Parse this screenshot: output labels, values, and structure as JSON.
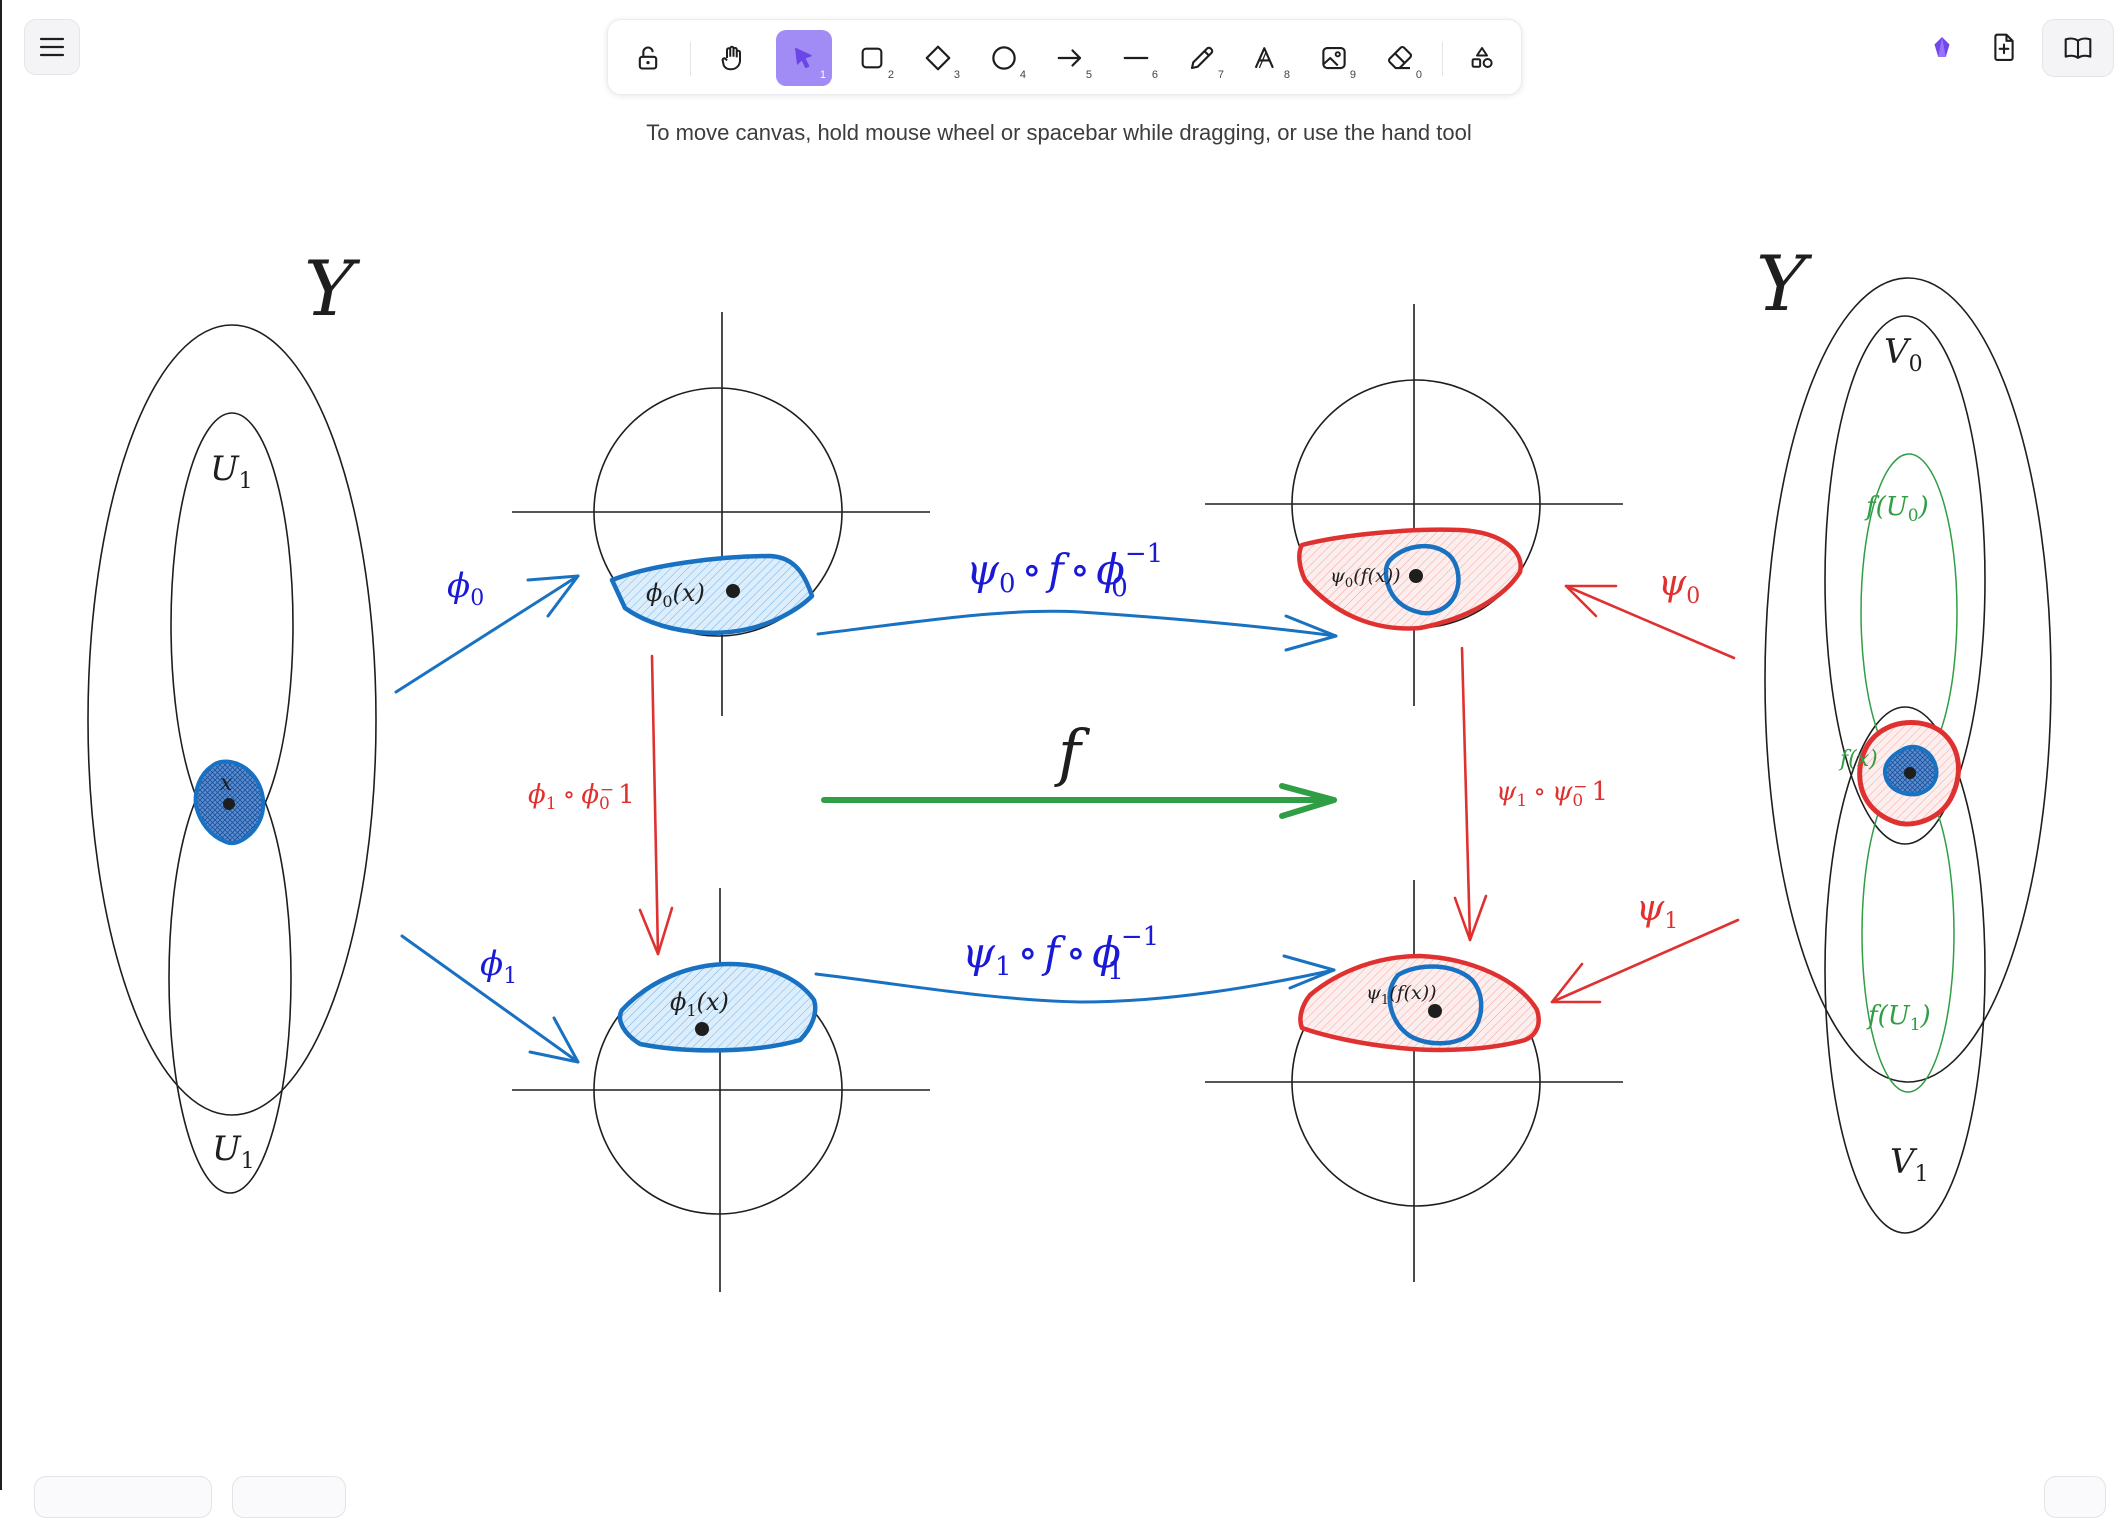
{
  "toolbar": {
    "tools": [
      {
        "name": "lock",
        "key": ""
      },
      {
        "name": "hand",
        "key": ""
      },
      {
        "name": "selection",
        "key": "1",
        "active": true
      },
      {
        "name": "rectangle",
        "key": "2"
      },
      {
        "name": "diamond",
        "key": "3"
      },
      {
        "name": "ellipse",
        "key": "4"
      },
      {
        "name": "arrow",
        "key": "5"
      },
      {
        "name": "line",
        "key": "6"
      },
      {
        "name": "draw",
        "key": "7"
      },
      {
        "name": "text",
        "key": "8"
      },
      {
        "name": "image",
        "key": "9"
      },
      {
        "name": "eraser",
        "key": "0"
      },
      {
        "name": "extra-tools",
        "key": ""
      }
    ],
    "accent": "#a18bf5"
  },
  "hint": "To move canvas, hold mouse wheel or spacebar while dragging, or use the hand tool",
  "canvas": {
    "space_left": "Y",
    "space_right": "Y",
    "u_upper": "U",
    "u_upper_sub": "1",
    "u_lower": "U",
    "u_lower_sub": "1",
    "v_upper": "V",
    "v_upper_sub": "0",
    "v_lower": "V",
    "v_lower_sub": "1",
    "point_x": "x",
    "fu0": "f(U",
    "fu0_sub": "0",
    "fu1": "f(U",
    "fu1_sub": "1",
    "close_paren": ")",
    "fx": "f(x)",
    "phi": "ϕ",
    "psi": "ψ",
    "sub0": "0",
    "sub1": "1",
    "f": "f",
    "circ": "∘",
    "inv": "−1",
    "one": "1",
    "phi0x": "(x)",
    "phi1x": "(x)",
    "psi0fx": "(f(x))",
    "psi1fx": "(f(x))",
    "colors": {
      "blue": "#1971c2",
      "red": "#e03131",
      "green": "#2f9e44",
      "label_blue": "#1a1ad6",
      "label_red": "#e03131",
      "label_green": "#2f9e44",
      "black": "#1e1e1e"
    }
  }
}
